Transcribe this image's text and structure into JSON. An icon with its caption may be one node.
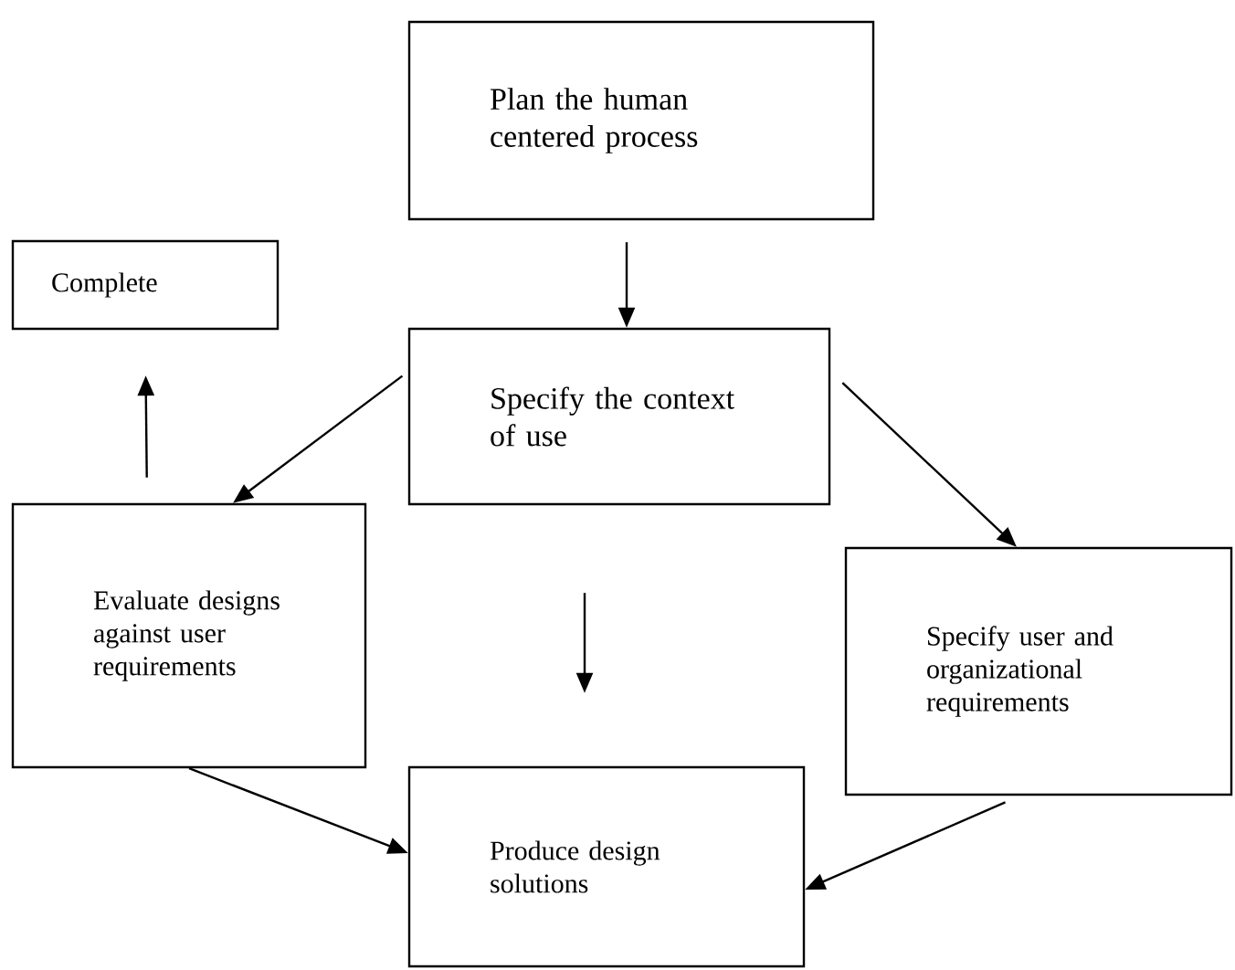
{
  "diagram": {
    "nodes": [
      {
        "text": [
          "Plan the human centered process"
        ]
      },
      {
        "text": [
          "Complete"
        ]
      },
      {
        "text": [
          "Specify the context of use"
        ]
      },
      {
        "text": [
          "Evaluate designs against user requirements"
        ]
      },
      {
        "text": [
          "Specify user and organizational requirements"
        ]
      },
      {
        "text": [
          "Produce design solutions"
        ]
      }
    ],
    "edges": [
      {
        "from": 0,
        "to": 2,
        "arrow": "to"
      },
      {
        "from": 3,
        "to": 1,
        "arrow": "to"
      },
      {
        "from": 2,
        "to": 3,
        "arrow": "to"
      },
      {
        "from": 2,
        "to": 4,
        "arrow": "to"
      },
      {
        "from": 2,
        "to": 5,
        "arrow": "to"
      },
      {
        "from": 3,
        "to": 5,
        "arrow": "to"
      },
      {
        "from": 4,
        "to": 5,
        "arrow": "to"
      }
    ]
  }
}
